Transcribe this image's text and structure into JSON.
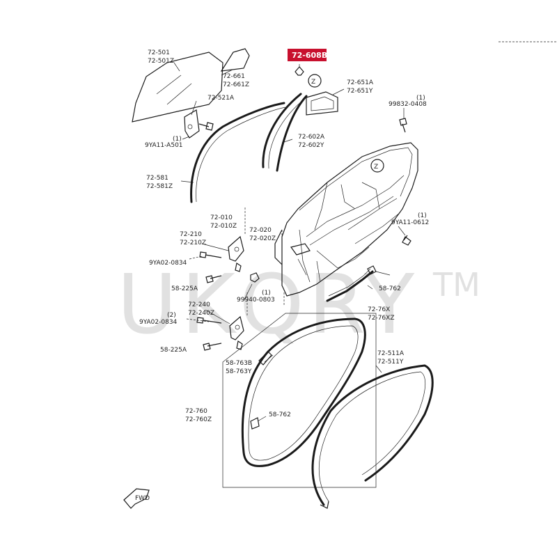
{
  "highlighted_part": {
    "number": "72-608B",
    "color": "#c8102e"
  },
  "watermark": {
    "text": "UKQRY",
    "trademark": "TM"
  },
  "detail_marker": "Z",
  "fwd_label": "FWD",
  "labels": {
    "l1": "72-501",
    "l2": "72-501Z",
    "l3": "72-661",
    "l4": "72-661Z",
    "l5": "72-521A",
    "l6": "9YA11-A501",
    "l7": "(1)",
    "l8": "72-581",
    "l9": "72-581Z",
    "l10": "72-651A",
    "l11": "72-651Y",
    "l12": "(1)",
    "l13": "99832-0408",
    "l14": "72-602A",
    "l15": "72-602Y",
    "l16": "72-010",
    "l17": "72-010Z",
    "l18": "72-020",
    "l19": "72-020Z",
    "l20": "72-210",
    "l21": "72-210Z",
    "l22": "9YA02-0834",
    "l23": "(1)",
    "l24": "9YA11-0612",
    "l25": "58-225A",
    "l26": "(1)",
    "l27": "99940-0803",
    "l28": "58-762",
    "l29": "72-240",
    "l30": "72-240Z",
    "l31": "(2)",
    "l32": "9YA02-0834",
    "l33": "72-76X",
    "l34": "72-76XZ",
    "l35": "58-225A",
    "l36": "58-763B",
    "l37": "58-763Y",
    "l38": "72-511A",
    "l39": "72-511Y",
    "l40": "72-760",
    "l41": "72-760Z",
    "l42": "58-762"
  }
}
